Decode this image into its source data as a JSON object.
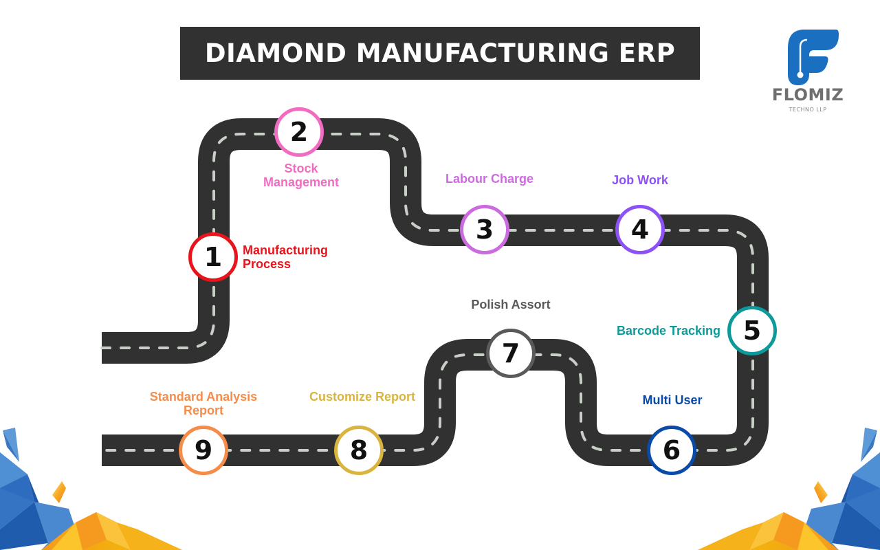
{
  "header": {
    "title": "DIAMOND MANUFACTURING ERP"
  },
  "brand": {
    "name": "FLOMIZ",
    "subtitle": "TECHNO LLP",
    "logo_icon": "flomiz-f-logo-icon",
    "color": "#1b6fc0"
  },
  "roadmap": {
    "road_color": "#313131",
    "lane_color": "#c8cfc6",
    "steps": [
      {
        "number": "1",
        "label_lines": [
          "Manufacturing",
          "Process"
        ],
        "color": "#e8141b"
      },
      {
        "number": "2",
        "label_lines": [
          "Stock",
          "Management"
        ],
        "color": "#f26bc3"
      },
      {
        "number": "3",
        "label_lines": [
          "Labour Charge"
        ],
        "color": "#cc6be0"
      },
      {
        "number": "4",
        "label_lines": [
          "Job Work"
        ],
        "color": "#8c52f5"
      },
      {
        "number": "5",
        "label_lines": [
          "Barcode Tracking"
        ],
        "color": "#0e9a9a"
      },
      {
        "number": "6",
        "label_lines": [
          "Multi User"
        ],
        "color": "#0a4aa8"
      },
      {
        "number": "7",
        "label_lines": [
          "Polish Assort"
        ],
        "color": "#5a5a5a"
      },
      {
        "number": "8",
        "label_lines": [
          "Customize Report"
        ],
        "color": "#d9b43e"
      },
      {
        "number": "9",
        "label_lines": [
          "Standard Analysis",
          "Report"
        ],
        "color": "#f68c4a"
      }
    ]
  },
  "decorations": {
    "left": "low-poly-crystal-decoration",
    "right": "low-poly-crystal-decoration"
  }
}
